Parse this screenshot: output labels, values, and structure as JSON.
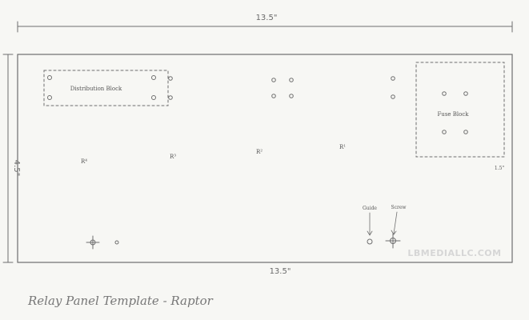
{
  "dimensions": {
    "top_width": "13.5\"",
    "bottom_width": "13.5\"",
    "left_height": "4.5\"",
    "fuse_offset": "1.5\""
  },
  "blocks": {
    "distribution": "Distribution Block",
    "fuse": "Fuse Block"
  },
  "relays": {
    "r1": "R¹",
    "r2": "R²",
    "r3": "R³",
    "r4": "R⁴"
  },
  "callouts": {
    "guide": "Guide",
    "screw": "Screw"
  },
  "caption": "Relay Panel Template - Raptor",
  "watermark": "LBMEDIALLC.COM"
}
